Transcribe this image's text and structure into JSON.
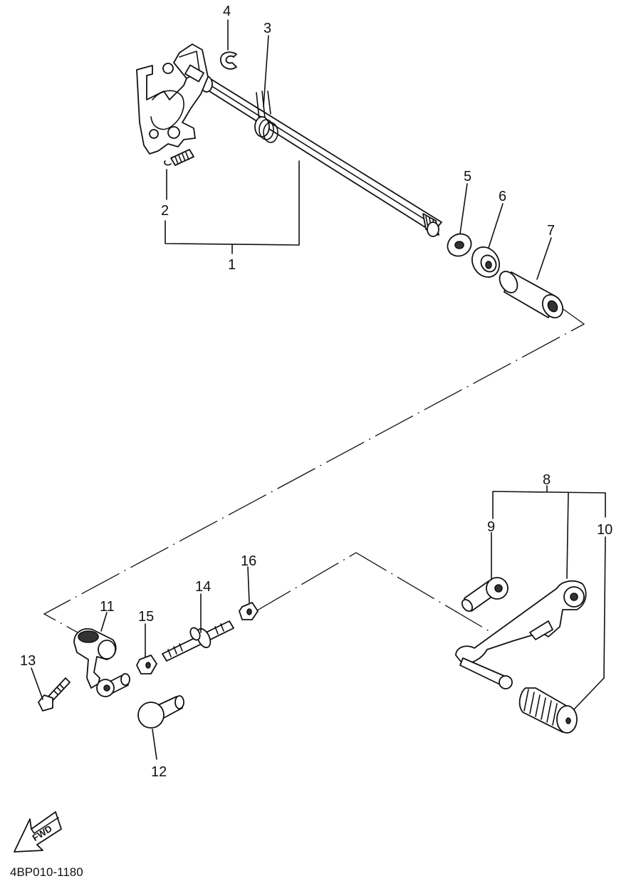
{
  "callouts": {
    "c1": "1",
    "c2": "2",
    "c3": "3",
    "c4": "4",
    "c5": "5",
    "c6": "6",
    "c7": "7",
    "c8": "8",
    "c9": "9",
    "c10": "10",
    "c11": "11",
    "c12": "12",
    "c13": "13",
    "c14": "14",
    "c15": "15",
    "c16": "16"
  },
  "arrow_label": "FWD",
  "diagram_code": "4BP010-1180"
}
